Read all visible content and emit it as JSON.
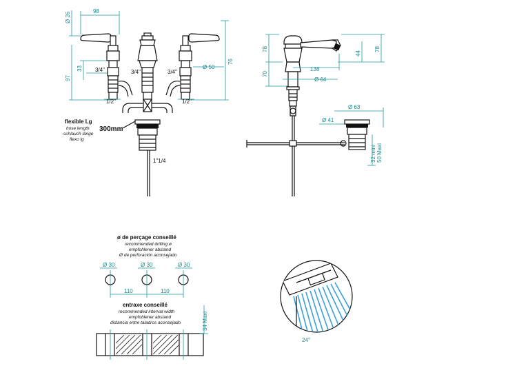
{
  "front_view": {
    "dim_width": "98",
    "dim_handle_dia": "Ø 26",
    "dim_height_left": "97",
    "dim_33": "33",
    "dim_76": "76",
    "dim_50": "Ø 50",
    "thread_3_4_left": "3/4\"",
    "thread_3_4_center": "3/4\"",
    "thread_3_4_right": "3/4\"",
    "thread_1_2_left": "1/2\"",
    "thread_1_2_right": "1/2\"",
    "hose_title": "flexible Lg",
    "hose_line1": "hose length",
    "hose_line2": "schlauch länge",
    "hose_line3": "flexo lg",
    "hose_length": "300mm",
    "drain_thread": "1\"1/4"
  },
  "side_view": {
    "dim_78_left": "78",
    "dim_70": "70",
    "dim_138": "138",
    "dim_64": "Ø 64",
    "dim_44": "44",
    "dim_78_right": "78"
  },
  "drain_view": {
    "dim_63": "Ø 63",
    "dim_41": "Ø 41",
    "dim_32": "32 mini",
    "dim_50": "50 Maxi"
  },
  "drilling": {
    "title": "ø de perçage conseillé",
    "line1": "recommended drilling ø",
    "line2": "empfohlener abstand",
    "line3": "Ø de perforación aconsejado",
    "hole1": "Ø 30",
    "hole2": "Ø 30",
    "hole3": "Ø 30",
    "spacing1": "110",
    "spacing2": "110"
  },
  "interval": {
    "title": "entraxe conseillé",
    "line1": "recommended interval width",
    "line2": "empfohlener abstand",
    "line3": "distancia entre taladros aconsejado",
    "dim_34": "34 Maxi"
  },
  "aerator": {
    "angle": "24°"
  },
  "colors": {
    "dimension": "#1a9aa0",
    "water": "#3aa0d8",
    "line": "#111111"
  }
}
